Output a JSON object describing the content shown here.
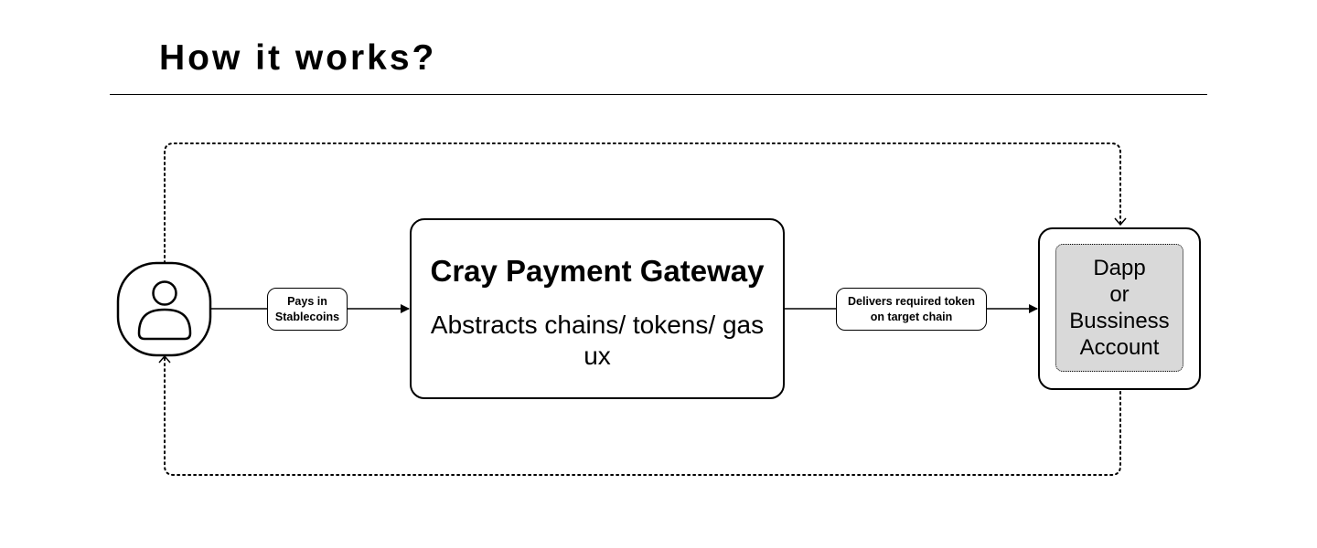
{
  "header": {
    "title": "How it works?"
  },
  "diagram": {
    "user": {
      "icon": "user-icon"
    },
    "pays_label": {
      "line1": "Pays in",
      "line2": "Stablecoins"
    },
    "gateway": {
      "title": "Cray Payment Gateway",
      "subtitle": "Abstracts chains/ tokens/ gas ux"
    },
    "delivers_label": {
      "line1": "Delivers required token",
      "line2": "on target chain"
    },
    "destination": {
      "line1": "Dapp",
      "line2": "or",
      "line3": "Bussiness",
      "line4": "Account",
      "fill_color": "#d9d9d9"
    },
    "colors": {
      "stroke": "#000000",
      "background": "#ffffff"
    }
  }
}
